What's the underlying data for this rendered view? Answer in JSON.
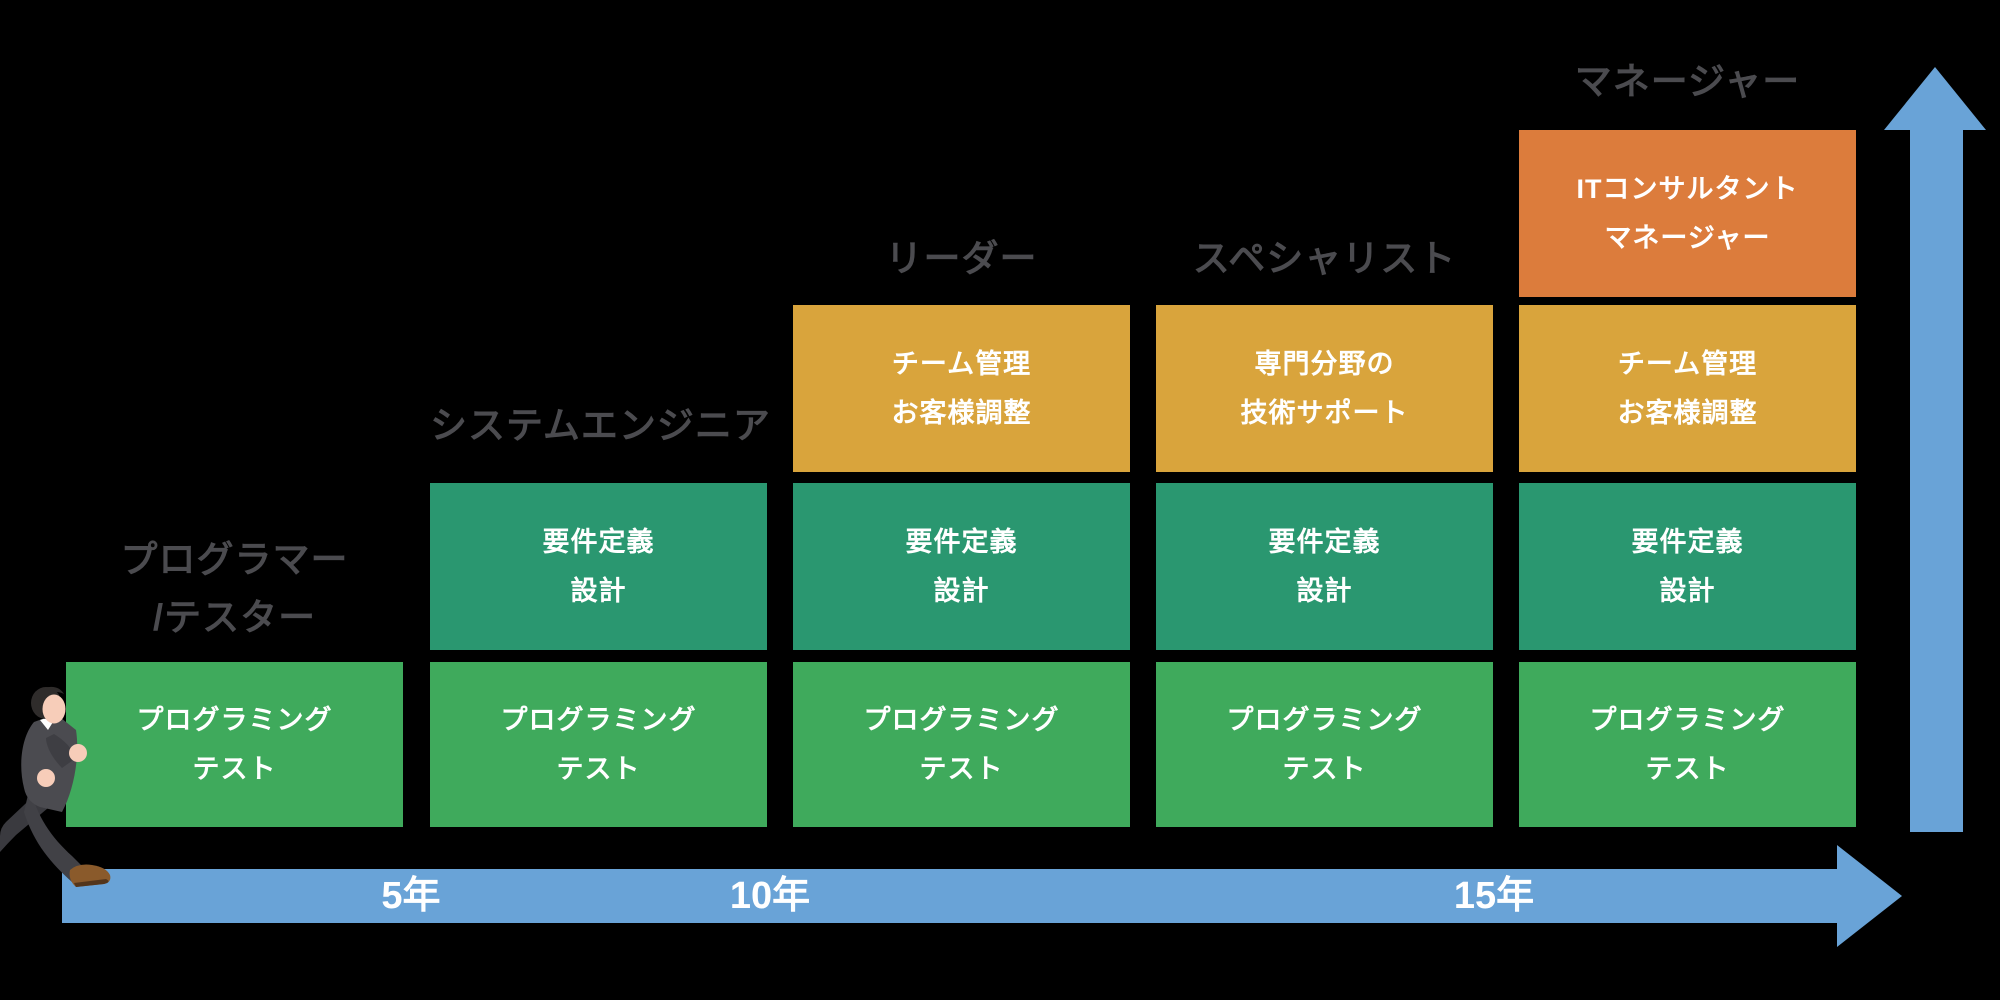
{
  "colors": {
    "bg": "#000000",
    "green_light": "#3FAA5C",
    "green_dark": "#2A9770",
    "yellow": "#D9A43C",
    "orange": "#DC7C3C",
    "blue": "#69A3D7",
    "label_gray": "#4B4B4F",
    "text_white": "#FFFFFF",
    "suit_gray": "#4B4B50",
    "skin": "#F7CDB9",
    "shoe_brown": "#8A5A2B",
    "hair_dark": "#2F2C2B"
  },
  "icons": {
    "walking_person": "businessman-walking-illustration",
    "timeline_arrow": "right-arrow",
    "growth_arrow": "up-arrow"
  },
  "stages": [
    {
      "name_lines": [
        "プログラマー",
        "/テスター"
      ],
      "blocks": [
        {
          "color": "green_light",
          "lines": [
            "プログラミング",
            "テスト"
          ]
        }
      ]
    },
    {
      "name_lines": [
        "システムエンジニア"
      ],
      "blocks": [
        {
          "color": "green_dark",
          "lines": [
            "要件定義",
            "設計"
          ]
        },
        {
          "color": "green_light",
          "lines": [
            "プログラミング",
            "テスト"
          ]
        }
      ]
    },
    {
      "name_lines": [
        "リーダー"
      ],
      "blocks": [
        {
          "color": "yellow",
          "lines": [
            "チーム管理",
            "お客様調整"
          ]
        },
        {
          "color": "green_dark",
          "lines": [
            "要件定義",
            "設計"
          ]
        },
        {
          "color": "green_light",
          "lines": [
            "プログラミング",
            "テスト"
          ]
        }
      ]
    },
    {
      "name_lines": [
        "スペシャリスト"
      ],
      "blocks": [
        {
          "color": "yellow",
          "lines": [
            "専門分野の",
            "技術サポート"
          ]
        },
        {
          "color": "green_dark",
          "lines": [
            "要件定義",
            "設計"
          ]
        },
        {
          "color": "green_light",
          "lines": [
            "プログラミング",
            "テスト"
          ]
        }
      ]
    },
    {
      "name_lines": [
        "マネージャー"
      ],
      "blocks": [
        {
          "color": "orange",
          "lines": [
            "ITコンサルタント",
            "マネージャー"
          ]
        },
        {
          "color": "yellow",
          "lines": [
            "チーム管理",
            "お客様調整"
          ]
        },
        {
          "color": "green_dark",
          "lines": [
            "要件定義",
            "設計"
          ]
        },
        {
          "color": "green_light",
          "lines": [
            "プログラミング",
            "テスト"
          ]
        }
      ]
    }
  ],
  "timeline": {
    "labels": [
      {
        "text": "5年"
      },
      {
        "text": "10年"
      },
      {
        "text": "15年"
      }
    ]
  }
}
